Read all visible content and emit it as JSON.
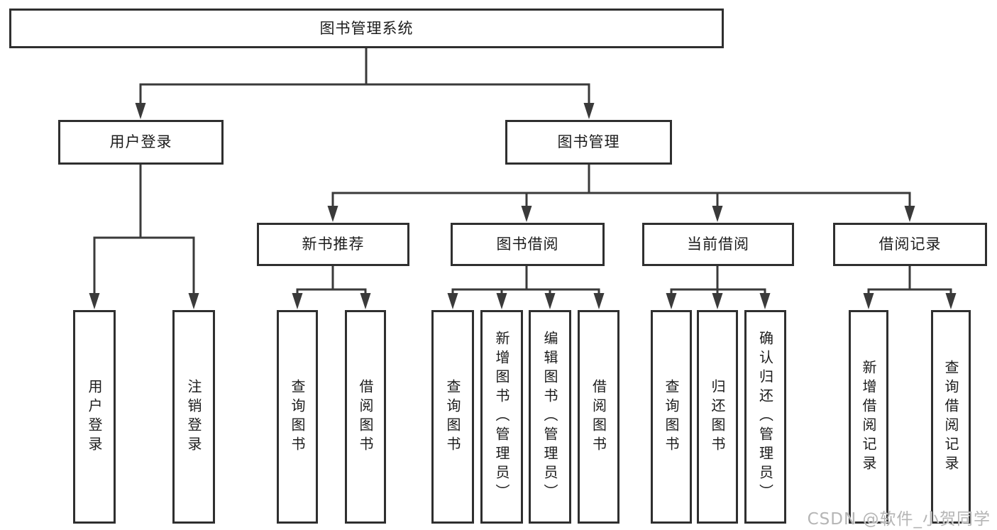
{
  "diagram": {
    "root": {
      "label": "图书管理系统"
    },
    "level2": [
      {
        "label": "用户登录"
      },
      {
        "label": "图书管理"
      }
    ],
    "level3": [
      {
        "label": "新书推荐"
      },
      {
        "label": "图书借阅"
      },
      {
        "label": "当前借阅"
      },
      {
        "label": "借阅记录"
      }
    ],
    "leaves": {
      "user_login": [
        {
          "label": "用户登录"
        },
        {
          "label": "注销登录"
        }
      ],
      "new_book_rec": [
        {
          "label": "查询图书"
        },
        {
          "label": "借阅图书"
        }
      ],
      "book_borrow": [
        {
          "label": "查询图书"
        },
        {
          "label": "新增图书（管理员）"
        },
        {
          "label": "编辑图书（管理员）"
        },
        {
          "label": "借阅图书"
        }
      ],
      "current_borrow": [
        {
          "label": "查询图书"
        },
        {
          "label": "归还图书"
        },
        {
          "label": "确认归还（管理员）"
        }
      ],
      "borrow_record": [
        {
          "label": "新增借阅记录"
        },
        {
          "label": "查询借阅记录"
        }
      ]
    }
  },
  "watermark": {
    "label": "CSDN @软件_小贺同学"
  },
  "colors": {
    "line": "#3a3a3a",
    "box_border": "#2f2f2f",
    "text": "#1c1c1c",
    "watermark": "#b5b5b5",
    "background": "#ffffff"
  }
}
